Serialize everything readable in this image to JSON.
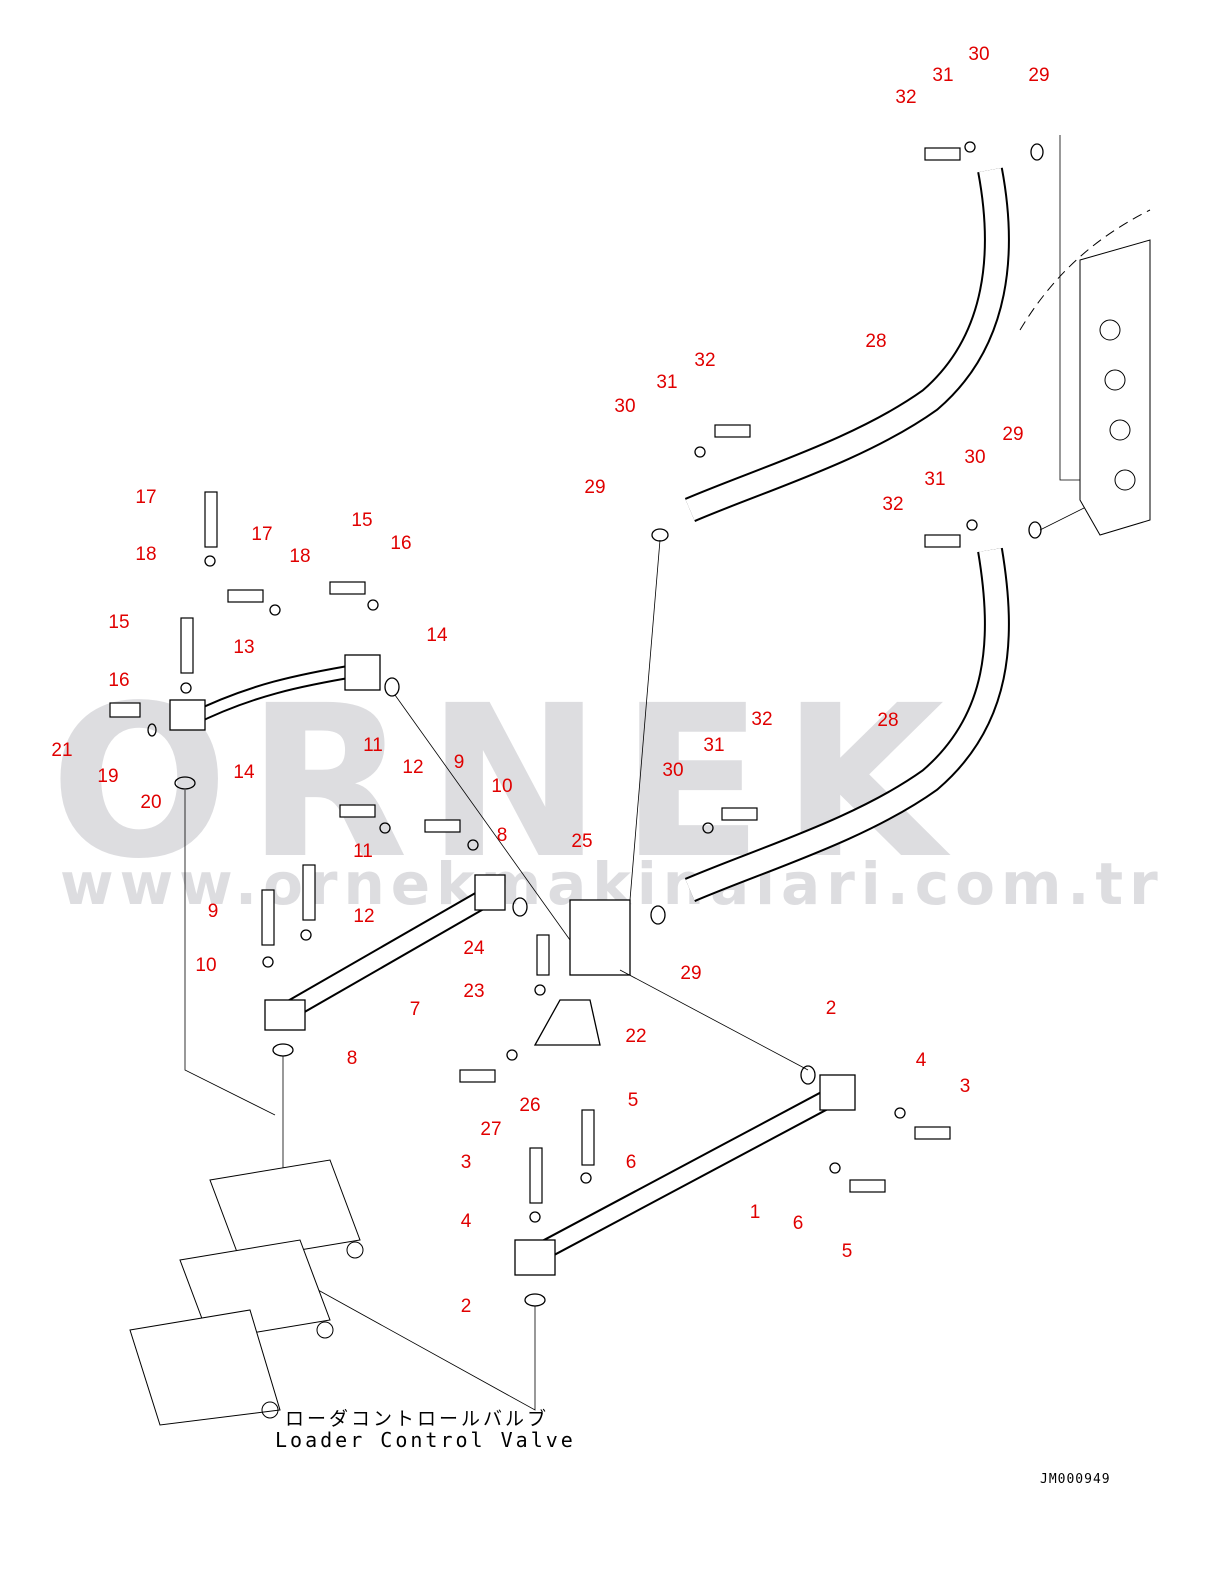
{
  "diagram": {
    "labels": [
      "32",
      "31",
      "30",
      "29",
      "28",
      "32",
      "31",
      "30",
      "29",
      "29",
      "30",
      "31",
      "32",
      "17",
      "17",
      "18",
      "18",
      "15",
      "16",
      "15",
      "14",
      "13",
      "16",
      "21",
      "19",
      "20",
      "14",
      "11",
      "12",
      "9",
      "10",
      "8",
      "25",
      "11",
      "12",
      "9",
      "10",
      "7",
      "24",
      "23",
      "22",
      "29",
      "28",
      "32",
      "31",
      "30",
      "2",
      "4",
      "3",
      "8",
      "27",
      "26",
      "5",
      "6",
      "3",
      "4",
      "1",
      "6",
      "5",
      "2"
    ],
    "caption_jp": "ローダコントロールバルブ",
    "caption_en": "Loader Control Valve",
    "drawing_code": "JM000949",
    "label_color": "#e00000"
  },
  "watermark": {
    "brand": "ORNEK",
    "url": "www.ornekmakinalari.com.tr"
  }
}
